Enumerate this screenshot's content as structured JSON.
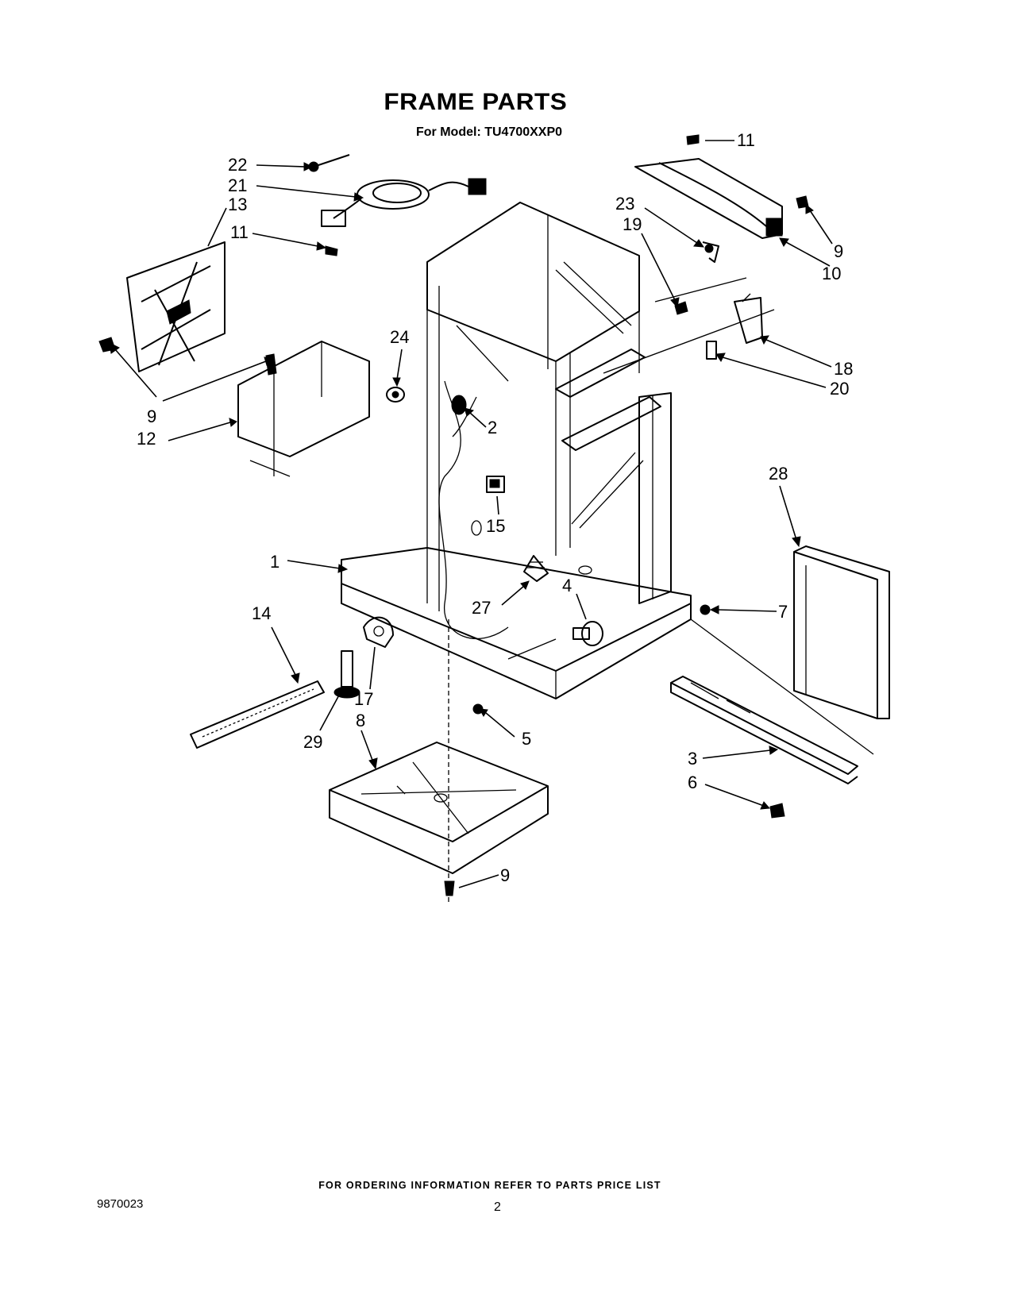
{
  "page": {
    "title": "FRAME PARTS",
    "subtitle": "For Model: TU4700XXP0",
    "footer_note": "FOR ORDERING INFORMATION REFER TO PARTS PRICE LIST",
    "doc_number": "9870023",
    "page_number": "2"
  },
  "callouts": [
    {
      "id": "c22",
      "label": "22"
    },
    {
      "id": "c21",
      "label": "21"
    },
    {
      "id": "c13",
      "label": "13"
    },
    {
      "id": "c11a",
      "label": "11"
    },
    {
      "id": "c9a",
      "label": "9"
    },
    {
      "id": "c12",
      "label": "12"
    },
    {
      "id": "c24",
      "label": "24"
    },
    {
      "id": "c2",
      "label": "2"
    },
    {
      "id": "c15",
      "label": "15"
    },
    {
      "id": "c1",
      "label": "1"
    },
    {
      "id": "c27",
      "label": "27"
    },
    {
      "id": "c4",
      "label": "4"
    },
    {
      "id": "c14",
      "label": "14"
    },
    {
      "id": "c17",
      "label": "17"
    },
    {
      "id": "c29",
      "label": "29"
    },
    {
      "id": "c8",
      "label": "8"
    },
    {
      "id": "c5",
      "label": "5"
    },
    {
      "id": "c9b",
      "label": "9"
    },
    {
      "id": "c11b",
      "label": "11"
    },
    {
      "id": "c23",
      "label": "23"
    },
    {
      "id": "c19",
      "label": "19"
    },
    {
      "id": "c9c",
      "label": "9"
    },
    {
      "id": "c10",
      "label": "10"
    },
    {
      "id": "c18",
      "label": "18"
    },
    {
      "id": "c20",
      "label": "20"
    },
    {
      "id": "c28",
      "label": "28"
    },
    {
      "id": "c7",
      "label": "7"
    },
    {
      "id": "c3",
      "label": "3"
    },
    {
      "id": "c6",
      "label": "6"
    }
  ]
}
